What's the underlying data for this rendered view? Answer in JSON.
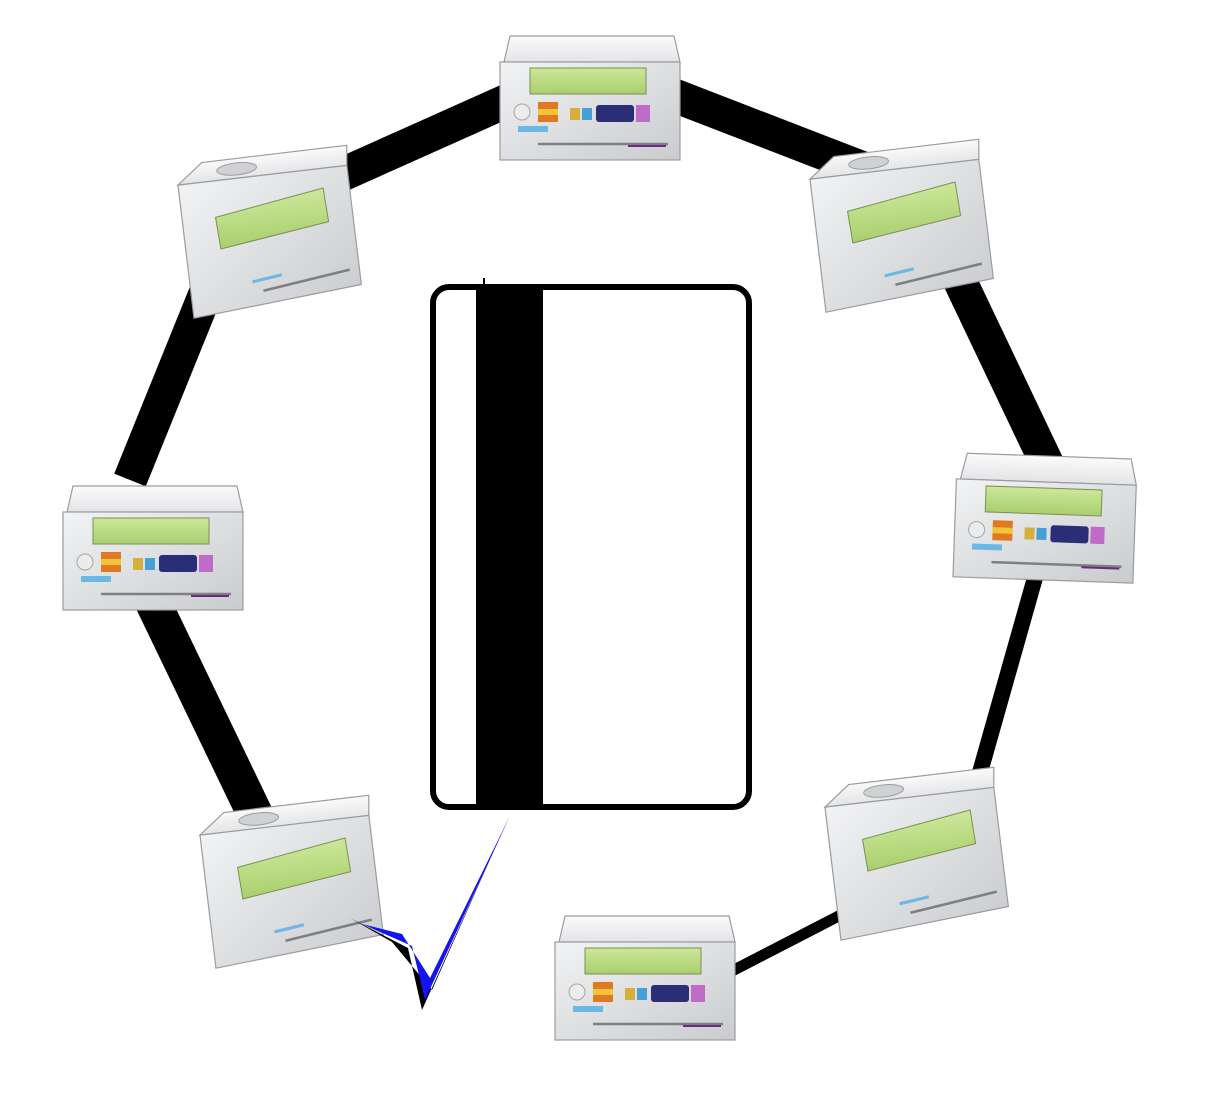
{
  "diagram": {
    "type": "network-ring",
    "center": {
      "kind": "magnetic-stripe-card",
      "icon": "magnetic-card-icon"
    },
    "nodes": [
      {
        "id": "top",
        "icon": "card-reader-terminal-icon"
      },
      {
        "id": "upper-right",
        "icon": "card-reader-terminal-icon"
      },
      {
        "id": "right",
        "icon": "card-reader-terminal-icon"
      },
      {
        "id": "lower-right",
        "icon": "card-reader-terminal-icon"
      },
      {
        "id": "bottom",
        "icon": "card-reader-terminal-icon"
      },
      {
        "id": "lower-left",
        "icon": "card-reader-terminal-icon"
      },
      {
        "id": "left",
        "icon": "card-reader-terminal-icon"
      },
      {
        "id": "upper-left",
        "icon": "card-reader-terminal-icon"
      }
    ],
    "links": [
      {
        "from": "top",
        "to": "upper-right"
      },
      {
        "from": "upper-right",
        "to": "right"
      },
      {
        "from": "right",
        "to": "lower-right"
      },
      {
        "from": "lower-right",
        "to": "bottom"
      },
      {
        "from": "lower-left",
        "to": "left"
      },
      {
        "from": "left",
        "to": "upper-left"
      },
      {
        "from": "upper-left",
        "to": "top"
      }
    ],
    "pointer": {
      "from": "center",
      "to": "lower-left",
      "icon": "checkmark-arrow-icon"
    },
    "colors": {
      "ring": "#000000",
      "pointer": "#1414f0",
      "terminal_body": "#d9dadc",
      "terminal_screen": "#bfe08a",
      "card_fill": "#ffffff"
    }
  }
}
